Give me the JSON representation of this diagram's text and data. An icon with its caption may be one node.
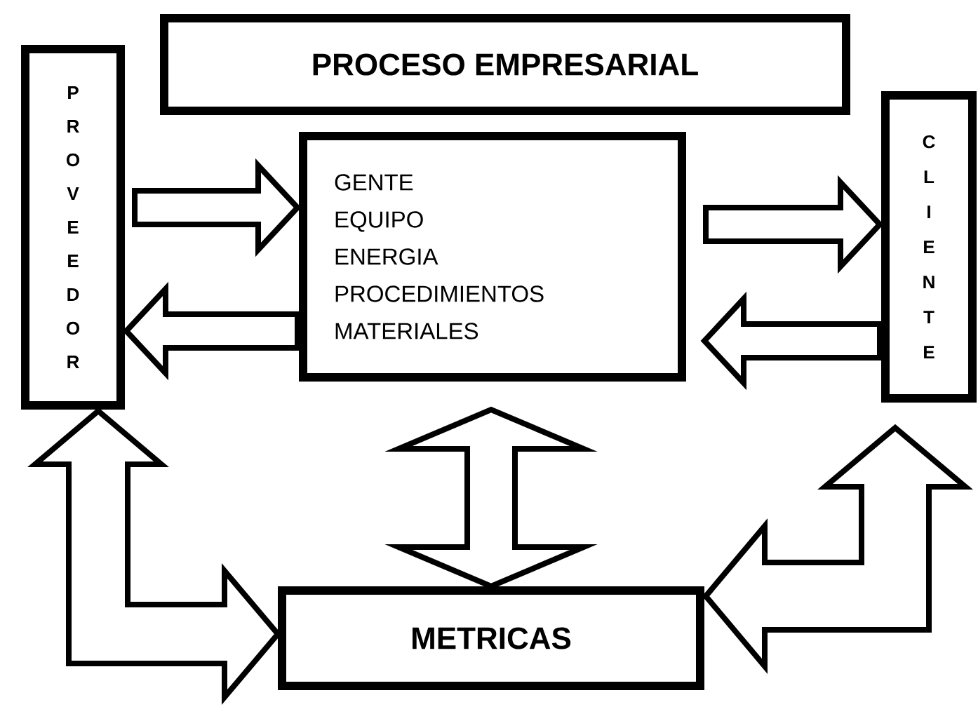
{
  "diagram": {
    "nodes": [
      {
        "text": [
          "PROCESO EMPRESARIAL"
        ]
      },
      {
        "text": [
          "PROVEEDOR"
        ]
      },
      {
        "text": [
          "GENTE",
          "EQUIPO",
          "ENERGIA",
          "PROCEDIMIENTOS",
          "MATERIALES"
        ]
      },
      {
        "text": [
          "CLIENTE"
        ]
      },
      {
        "text": [
          "METRICAS"
        ]
      }
    ],
    "edges": [
      {
        "from": 1,
        "to": 2,
        "arrow": "to"
      },
      {
        "from": 2,
        "to": 1,
        "arrow": "to"
      },
      {
        "from": 2,
        "to": 3,
        "arrow": "to"
      },
      {
        "from": 3,
        "to": 2,
        "arrow": "to"
      },
      {
        "from": 2,
        "to": 4,
        "arrow": "both"
      },
      {
        "from": 1,
        "to": 4,
        "arrow": "both"
      },
      {
        "from": 3,
        "to": 4,
        "arrow": "both"
      }
    ]
  }
}
